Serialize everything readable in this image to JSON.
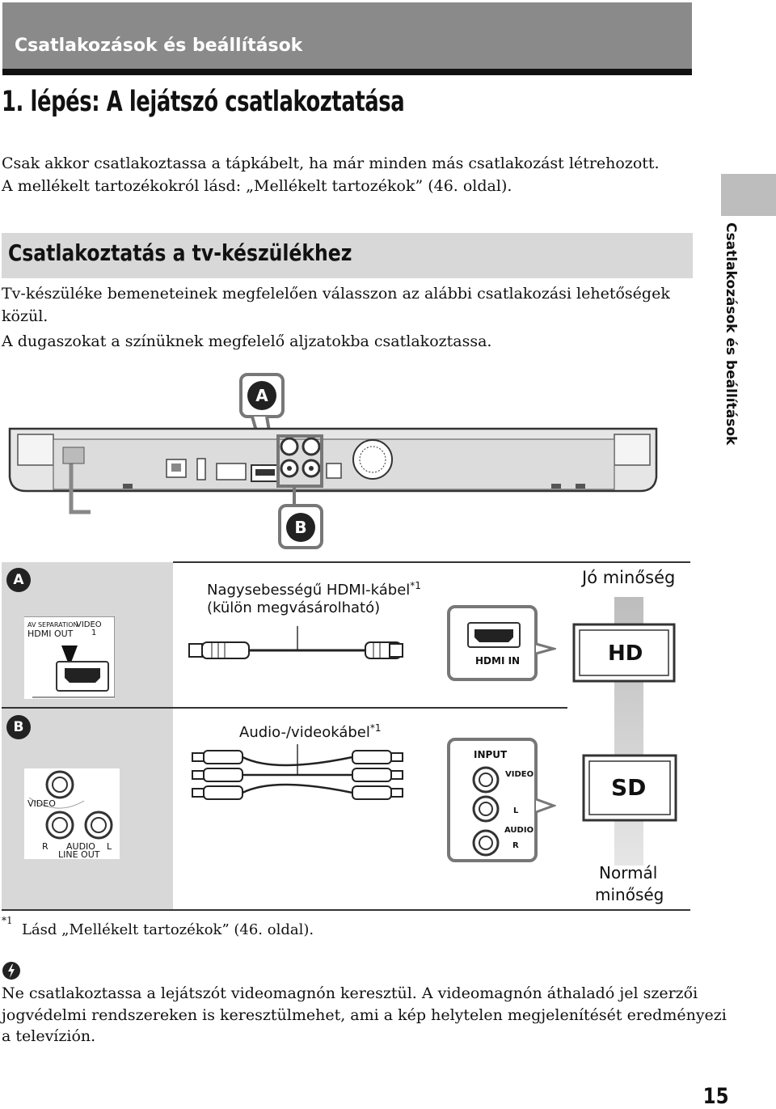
{
  "header": {
    "section_title": "Csatlakozások és beállítások"
  },
  "side_tab": {
    "label": "Csatlakozások és beállítások"
  },
  "heading": "1. lépés: A lejátszó csatlakoztatása",
  "intro": {
    "line1": "Csak akkor csatlakoztassa a tápkábelt, ha már minden más csatlakozást létrehozott.",
    "line2": "A mellékelt tartozékokról lásd: „Mellékelt tartozékok” (46. oldal)."
  },
  "subsection": {
    "title": "Csatlakoztatás a tv-készülékhez",
    "para1_line1": "Tv-készüléke bemeneteinek megfelelően válasszon az alábbi csatlakozási lehetőségek",
    "para1_line2": "közül.",
    "para2": "A dugaszokat a színüknek megfelelő aljzatokba csatlakoztassa."
  },
  "callouts": {
    "a": "A",
    "b": "B"
  },
  "row_a": {
    "cable_label_line1": "Nagysebességű HDMI-kábel",
    "cable_label_sup": "*1",
    "cable_label_line2": "(külön megvásárolható)",
    "player_port_label1": "AV SEPARATION",
    "player_port_label2": "HDMI OUT",
    "player_port_label3": "VIDEO",
    "player_port_label4": "1",
    "tv_port_label": "HDMI IN",
    "quality_label": "Jó minőség",
    "tv_badge": "HD"
  },
  "row_b": {
    "cable_label": "Audio-/videokábel",
    "cable_label_sup": "*1",
    "player_video": "VIDEO",
    "player_r": "R",
    "player_audio": "AUDIO",
    "player_l": "L",
    "player_line_out": "LINE OUT",
    "tv_input": "INPUT",
    "tv_video": "VIDEO",
    "tv_l": "L",
    "tv_audio": "AUDIO",
    "tv_r": "R",
    "tv_badge": "SD",
    "quality_label_line1": "Normál",
    "quality_label_line2": "minőség"
  },
  "footnote": {
    "mark": "*1",
    "text": "Lásd „Mellékelt tartozékok” (46.  oldal)."
  },
  "note": {
    "icon": "caution-icon",
    "line1": "Ne csatlakoztassa a lejátszót videomagnón keresztül. A videomagnón áthaladó jel szerzői",
    "line2": "jogvédelmi rendszereken is keresztülmehet, ami a kép helytelen megjelenítését eredményezi",
    "line3": "a televízión."
  },
  "page_number": "15"
}
